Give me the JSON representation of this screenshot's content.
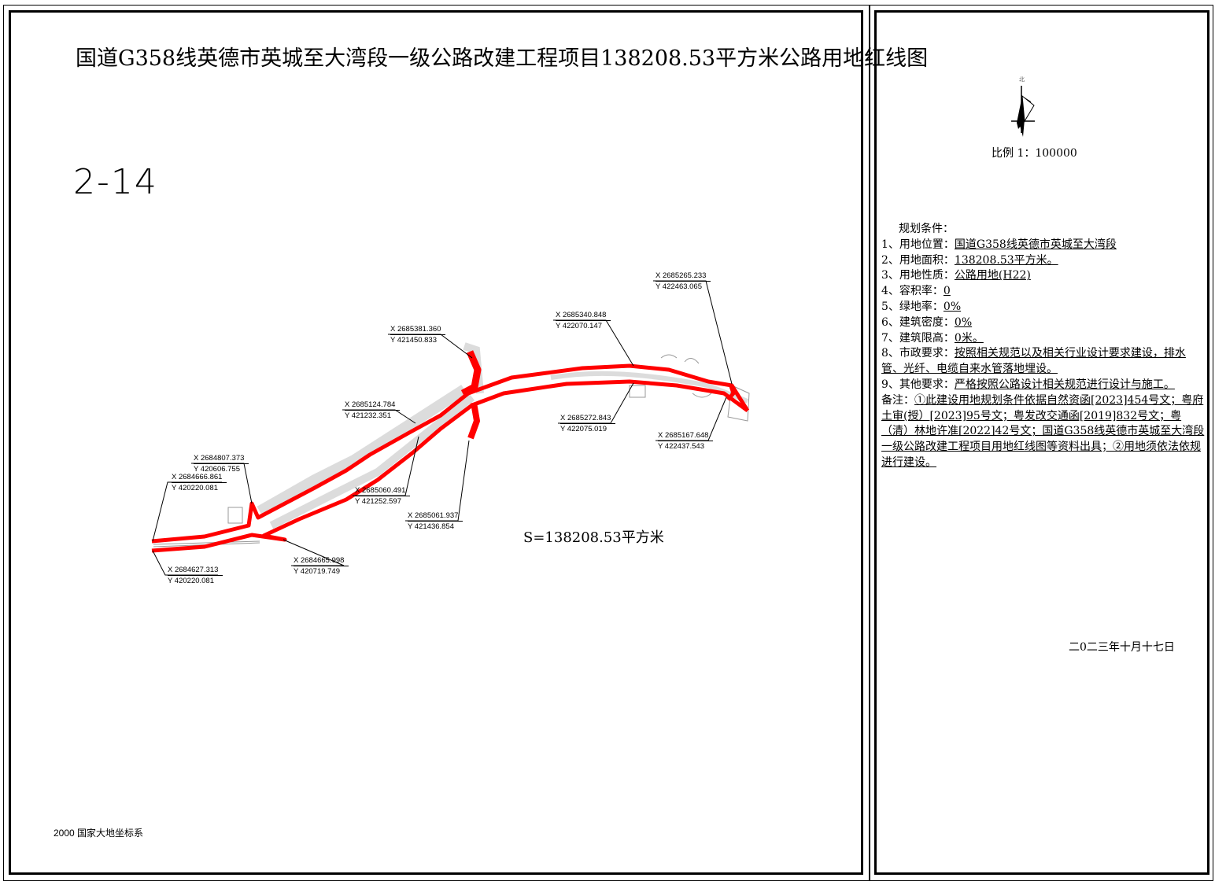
{
  "title": "国道G358线英德市英城至大湾段一级公路改建工程项目138208.53平方米公路用地红线图",
  "sheet_number": "2-14",
  "coordinate_system": "2000 国家大地坐标系",
  "area_label": "S=138208.53平方米",
  "north_label": "北",
  "scale": "比例 1：100000",
  "coordinates": [
    {
      "x": "X 2685381.360",
      "y": "Y 421450.833"
    },
    {
      "x": "X 2685340.848",
      "y": "Y 422070.147"
    },
    {
      "x": "X 2685265.233",
      "y": "Y 422463.065"
    },
    {
      "x": "X 2685124.784",
      "y": "Y 421232.351"
    },
    {
      "x": "X 2685272.843",
      "y": "Y 422075.019"
    },
    {
      "x": "X 2685167.648",
      "y": "Y 422437.543"
    },
    {
      "x": "X 2684807.373",
      "y": "Y 420606.755"
    },
    {
      "x": "X 2684666.861",
      "y": "Y 420220.081"
    },
    {
      "x": "X 2685060.491",
      "y": "Y 421252.597"
    },
    {
      "x": "X 2685061.937",
      "y": "Y 421436.854"
    },
    {
      "x": "X 2684665.998",
      "y": "Y 420719.749"
    },
    {
      "x": "X 2684627.313",
      "y": "Y 420220.081"
    }
  ],
  "conditions": {
    "heading": "规划条件：",
    "items": [
      {
        "label": "1、用地位置：",
        "value": "国道G358线英德市英城至大湾段"
      },
      {
        "label": "2、用地面积：",
        "value": "138208.53平方米。"
      },
      {
        "label": "3、用地性质：",
        "value": "公路用地(H22)"
      },
      {
        "label": "4、容积率：",
        "value": "0"
      },
      {
        "label": "5、绿地率：",
        "value": "0%"
      },
      {
        "label": "6、建筑密度：",
        "value": "0%"
      },
      {
        "label": "7、建筑限高：",
        "value": "0米。"
      },
      {
        "label": "8、市政要求：",
        "value": "按照相关规范以及相关行业设计要求建设，排水管、光纤、电缆自来水管落地埋设。"
      },
      {
        "label": "9、其他要求：",
        "value": "严格按照公路设计相关规范进行设计与施工。"
      },
      {
        "label": "备注：",
        "value": "①此建设用地规划条件依据自然资函[2023]454号文；粤府土审(授）[2023]95号文；粤发改交通函[2019]832号文；粤（清）林地许准[2022]42号文；国道G358线英德市英城至大湾段一级公路改建工程项目用地红线图等资料出具；②用地须依法依规进行建设。"
      }
    ]
  },
  "date": "二0二三年十月十七日",
  "colors": {
    "redline": "#ff0000",
    "terrain": "#808080"
  }
}
